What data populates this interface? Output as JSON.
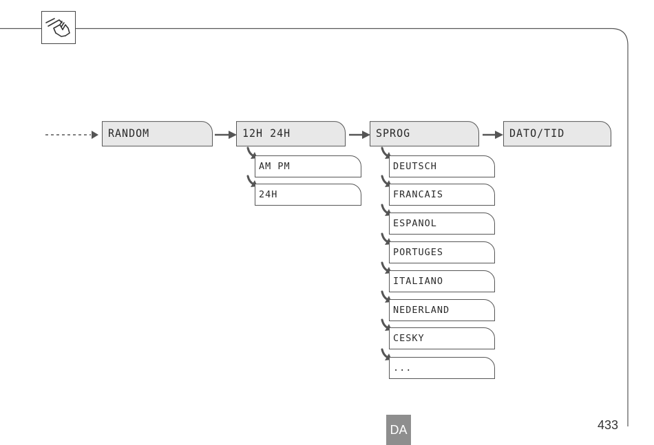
{
  "colors": {
    "line": "#555555",
    "top_box_fill": "#e8e8e8",
    "sub_box_fill": "#ffffff",
    "badge_fill": "#8e8e8e",
    "badge_text": "#ffffff"
  },
  "icons": {
    "header": "hand-icon",
    "flow_arrow": "arrow-right-icon",
    "sub_arrow": "curved-arrow-down-right-icon"
  },
  "menu": {
    "random": {
      "label": "RANDOM"
    },
    "clock_format": {
      "label": "12H 24H",
      "options": [
        "AM PM",
        "24H"
      ]
    },
    "language": {
      "label": "SPROG",
      "options": [
        "DEUTSCH",
        "FRANCAIS",
        "ESPANOL",
        "PORTUGES",
        "ITALIANO",
        "NEDERLAND",
        "CESKY",
        "..."
      ]
    },
    "date_time": {
      "label": "DATO/TID"
    }
  },
  "footer": {
    "language_code": "DA",
    "page_number": "433"
  }
}
